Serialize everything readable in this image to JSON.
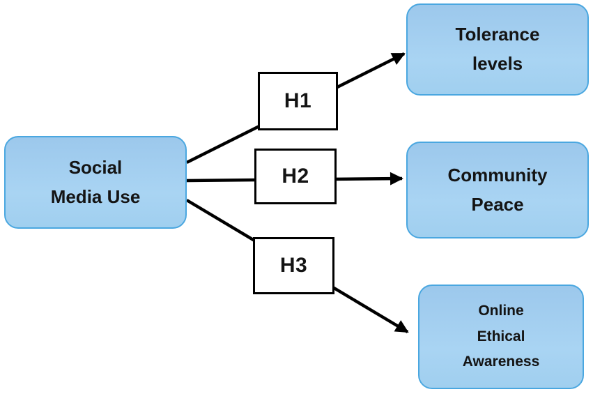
{
  "diagram": {
    "type": "conceptual-model",
    "nodes": {
      "source": {
        "label": "Social\nMedia Use"
      },
      "tolerance": {
        "label": "Tolerance\nlevels"
      },
      "community": {
        "label": "Community\nPeace"
      },
      "online": {
        "label": "Online\nEthical\nAwareness"
      },
      "h1": {
        "label": "H1"
      },
      "h2": {
        "label": "H2"
      },
      "h3": {
        "label": "H3"
      }
    },
    "edges": [
      {
        "from": "Social Media Use",
        "to": "Tolerance levels",
        "hypothesis": "H1"
      },
      {
        "from": "Social Media Use",
        "to": "Community Peace",
        "hypothesis": "H2"
      },
      {
        "from": "Social Media Use",
        "to": "Online Ethical Awareness",
        "hypothesis": "H3"
      }
    ],
    "colors": {
      "node_fill_top": "#9cc8ec",
      "node_fill_bottom": "#a9d4f3",
      "node_border": "#4aa7e0",
      "hypothesis_fill": "#ffffff",
      "hypothesis_border": "#000000",
      "arrow": "#000000",
      "text": "#141414",
      "background": "#ffffff"
    }
  }
}
